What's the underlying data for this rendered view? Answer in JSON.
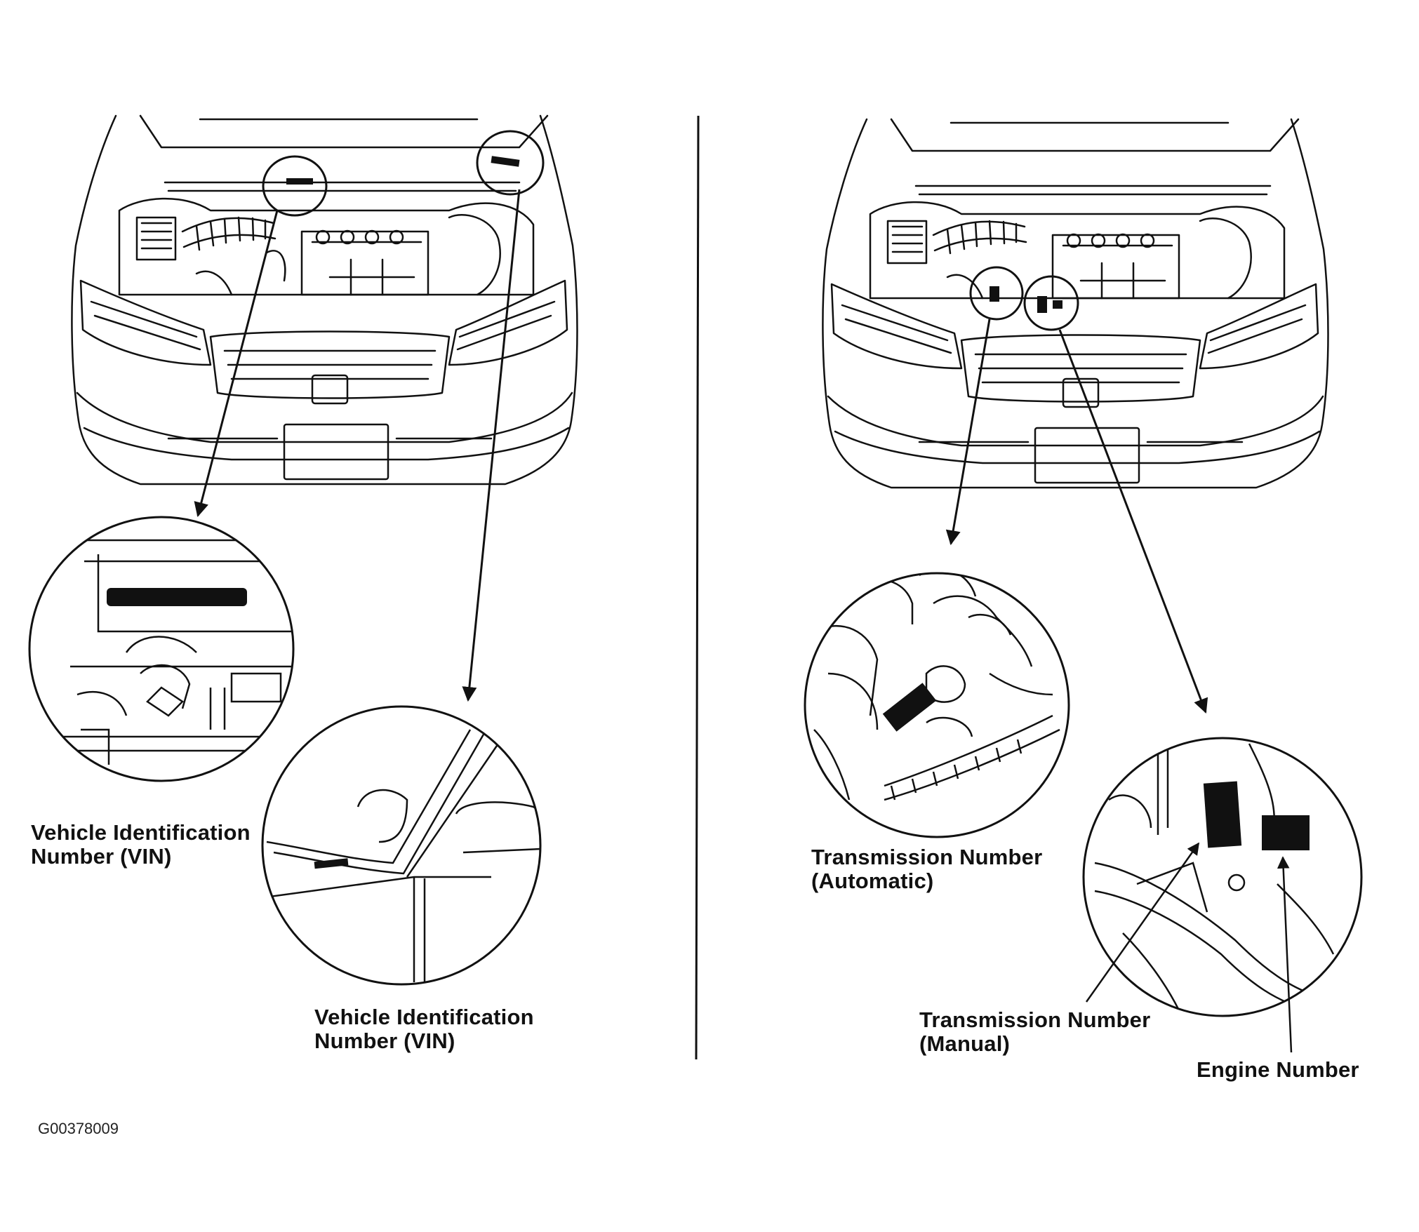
{
  "labels": {
    "vin_engine_bay": {
      "line1": "Vehicle Identification",
      "line2": "Number (VIN)"
    },
    "vin_windshield": {
      "line1": "Vehicle Identification",
      "line2": "Number (VIN)"
    },
    "transmission_automatic": {
      "line1": "Transmission Number",
      "line2": "(Automatic)"
    },
    "transmission_manual": {
      "line1": "Transmission Number",
      "line2": "(Manual)"
    },
    "engine_number": "Engine Number"
  },
  "figure_id": "G00378009"
}
